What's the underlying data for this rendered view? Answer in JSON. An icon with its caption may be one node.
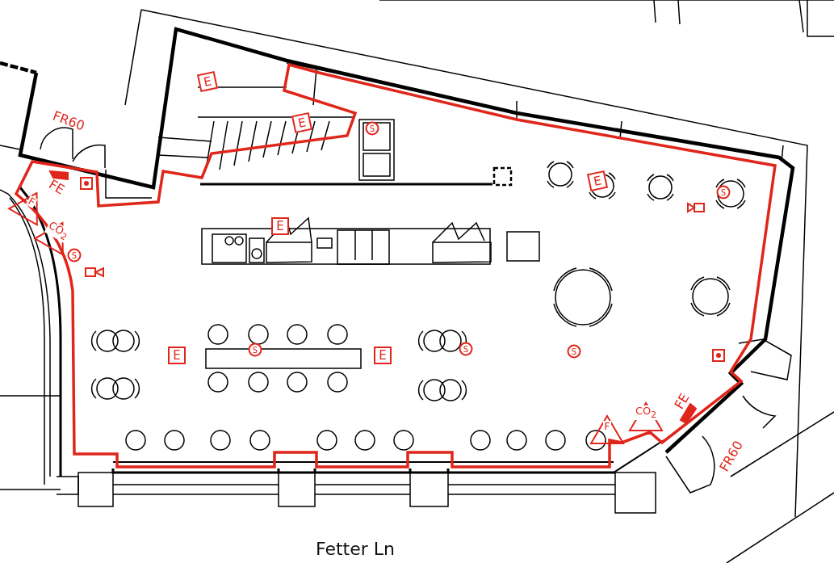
{
  "diagram": {
    "labels": [
      "E",
      "E",
      "FR60",
      "S",
      "E",
      "FE",
      "S",
      "F",
      "CO$_{2}$",
      "E",
      "S",
      "E",
      "S",
      "E",
      "S",
      "S",
      "FE",
      "F",
      "CO$_{2}$",
      "FR60",
      "Fetter Ln"
    ]
  }
}
